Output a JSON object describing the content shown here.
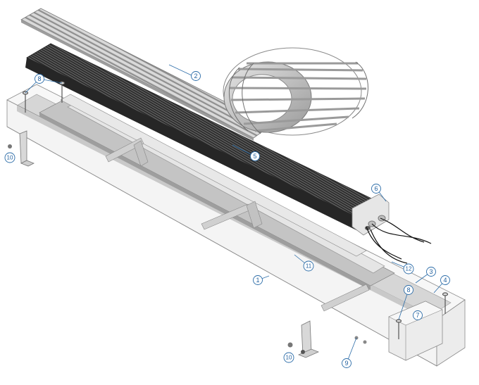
{
  "diagram": {
    "callouts": [
      {
        "id": "c1",
        "text": "1"
      },
      {
        "id": "c2",
        "text": "2"
      },
      {
        "id": "c3",
        "text": "3"
      },
      {
        "id": "c4",
        "text": "4"
      },
      {
        "id": "c5",
        "text": "5"
      },
      {
        "id": "c6",
        "text": "6"
      },
      {
        "id": "c7",
        "text": "7"
      },
      {
        "id": "c8a",
        "text": "8"
      },
      {
        "id": "c8b",
        "text": "8"
      },
      {
        "id": "c9",
        "text": "9"
      },
      {
        "id": "c10a",
        "text": "10"
      },
      {
        "id": "c10b",
        "text": "10"
      },
      {
        "id": "c11",
        "text": "11"
      },
      {
        "id": "c12",
        "text": "12"
      }
    ],
    "colors": {
      "callout": "#2b6ca8",
      "heat_exchanger": "#3a3a3a",
      "grille": "#a9a9a9",
      "trough": "#ececec"
    }
  }
}
